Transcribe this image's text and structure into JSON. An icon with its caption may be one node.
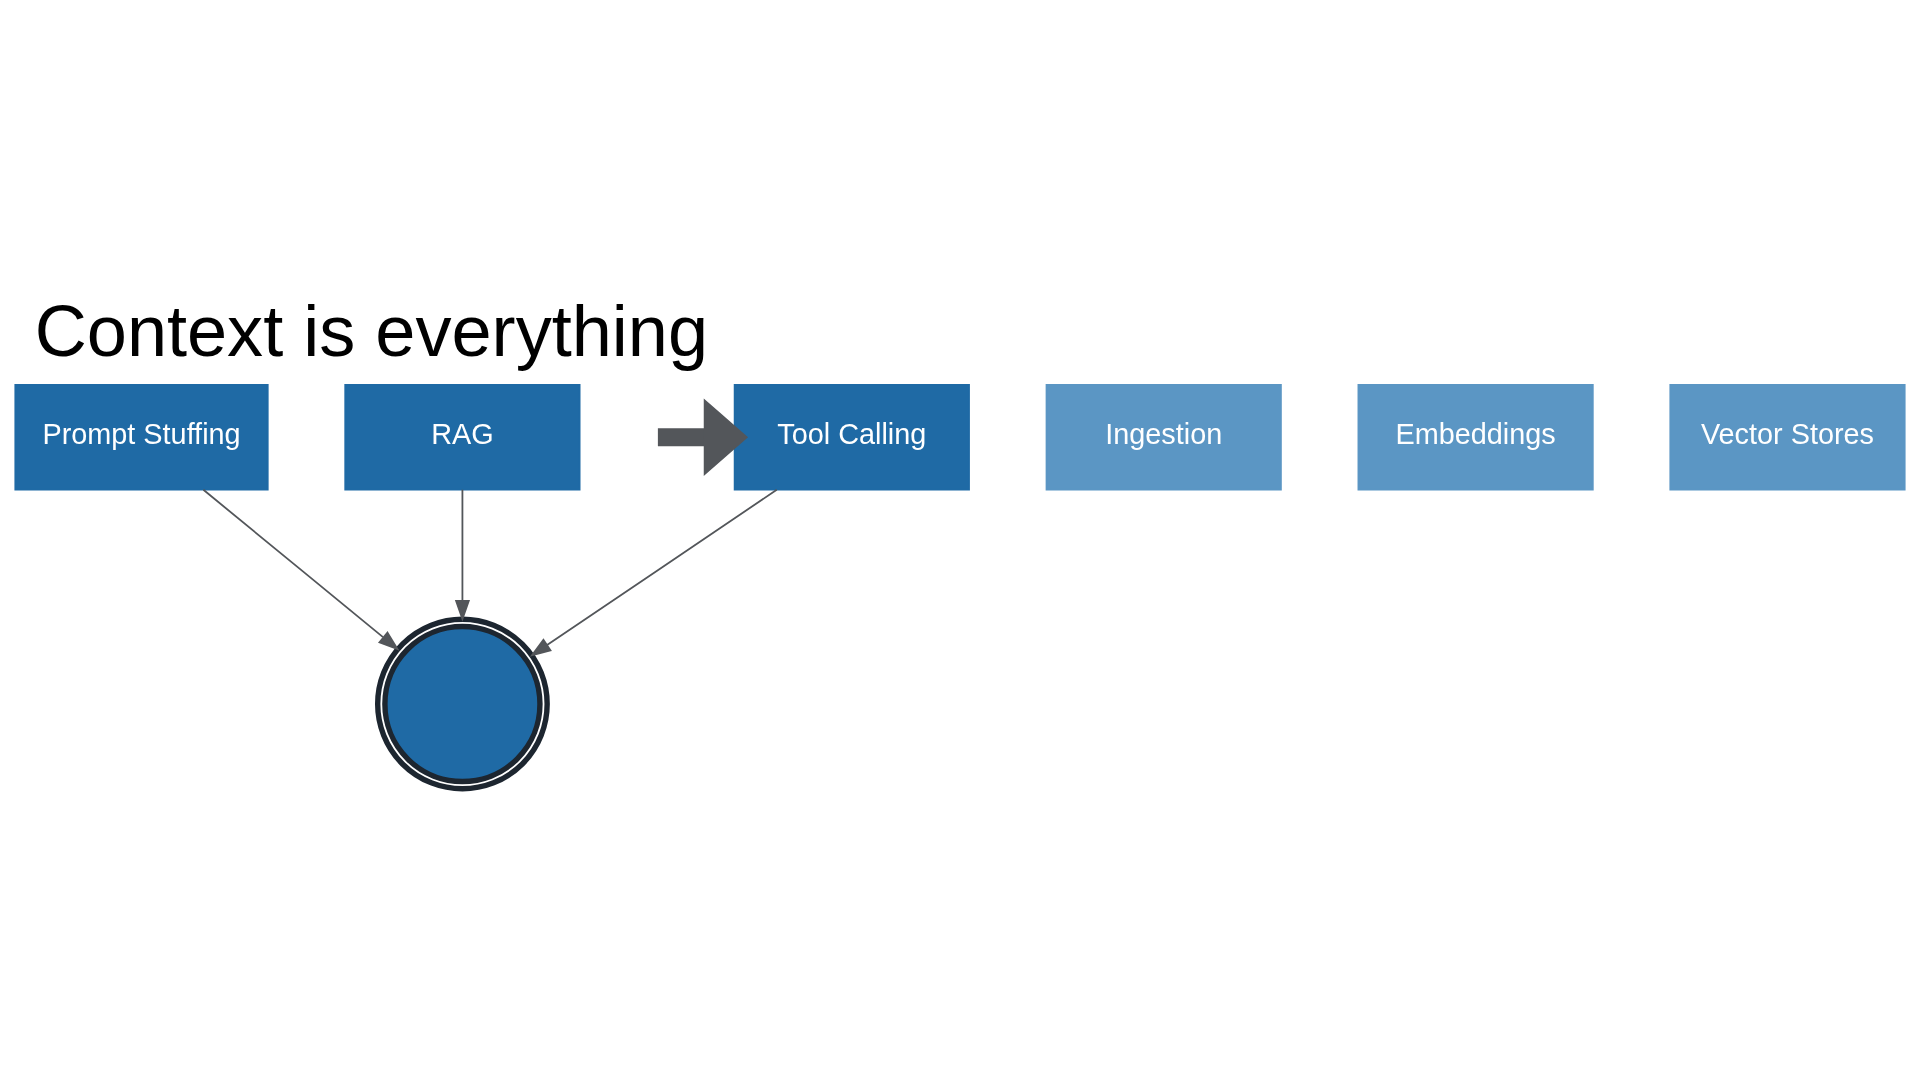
{
  "diagram": {
    "title": "Context is everything",
    "nodes": [
      {
        "text": [
          "Prompt Stuffing"
        ]
      },
      {
        "text": [
          "RAG"
        ]
      },
      {
        "text": [
          "Ingestion"
        ]
      },
      {
        "text": [
          "Embeddings"
        ]
      },
      {
        "text": [
          "Vector Stores"
        ]
      },
      {
        "text": [],
        "shape": "picture"
      },
      {
        "text": [
          "Tool Calling"
        ]
      }
    ],
    "edges": [
      {
        "from": 0,
        "to": 5,
        "arrow": "to"
      },
      {
        "from": 1,
        "to": 5,
        "arrow": "to"
      },
      {
        "from": 6,
        "to": 5,
        "arrow": "to"
      },
      {
        "from": null,
        "to": 6,
        "arrow": "to",
        "style": "thick",
        "color": "#53565a"
      }
    ]
  }
}
